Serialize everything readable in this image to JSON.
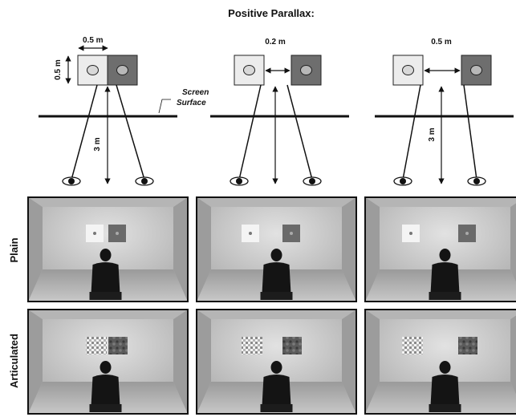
{
  "title": "Positive Parallax:",
  "diagrams": [
    {
      "width_label": "0.5 m",
      "height_label": "0.5 m",
      "distance_label": "3 m",
      "screen_label_line1": "Screen",
      "screen_label_line2": "Surface"
    },
    {
      "separation_label": "0.2 m"
    },
    {
      "separation_label": "0.5 m",
      "distance_label": "3 m"
    }
  ],
  "row_labels": {
    "plain": "Plain",
    "articulated": "Articulated"
  },
  "colors": {
    "left_square": "#ececec",
    "right_square": "#6e6e6e",
    "room_light": "#c9c9c9",
    "room_dark": "#8a8a8a",
    "silhouette": "#141414"
  }
}
